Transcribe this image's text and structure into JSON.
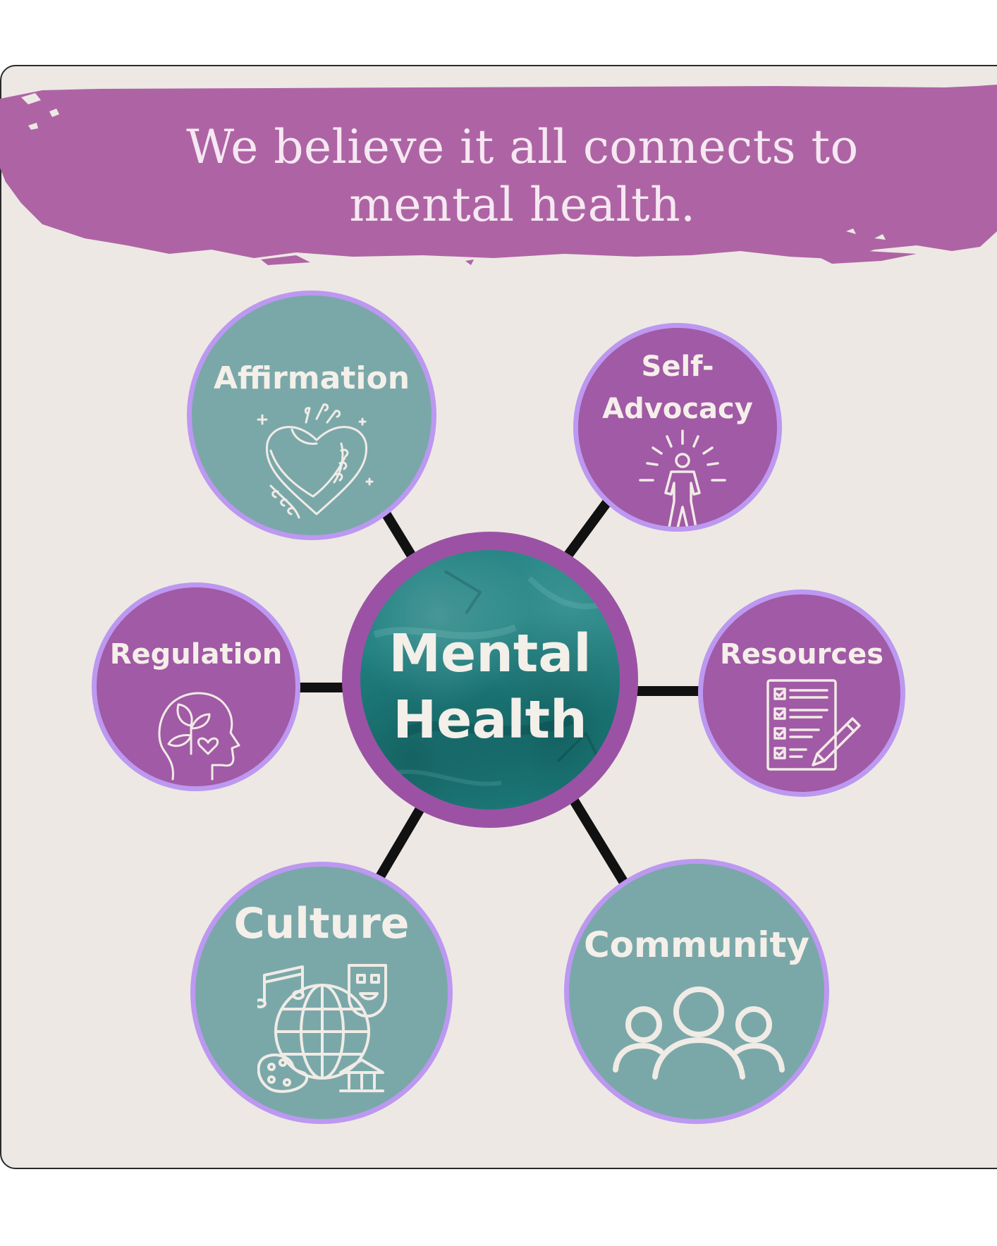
{
  "headline": "We believe it all connects to mental health.",
  "center_node": {
    "label_line1": "Mental",
    "label_line2": "Health"
  },
  "nodes": {
    "affirmation": {
      "label": "Affirmation",
      "icon": "heart-hug-icon"
    },
    "self_advocacy": {
      "label_line1": "Self-",
      "label_line2": "Advocacy",
      "icon": "person-radiating-icon"
    },
    "regulation": {
      "label": "Regulation",
      "icon": "head-leaf-heart-icon"
    },
    "resources": {
      "label": "Resources",
      "icon": "checklist-pencil-icon"
    },
    "culture": {
      "label": "Culture",
      "icon": "globe-arts-icon"
    },
    "community": {
      "label": "Community",
      "icon": "group-people-icon"
    }
  },
  "colors": {
    "banner": "#ae64a4",
    "teal_node": "#7aa8a9",
    "purple_node": "#a15aa5",
    "node_ring": "#bc98f1",
    "center_ring": "#9c52a4",
    "center_fill": "#1f8080",
    "connector": "#111111",
    "card_background": "#ede8e4"
  }
}
